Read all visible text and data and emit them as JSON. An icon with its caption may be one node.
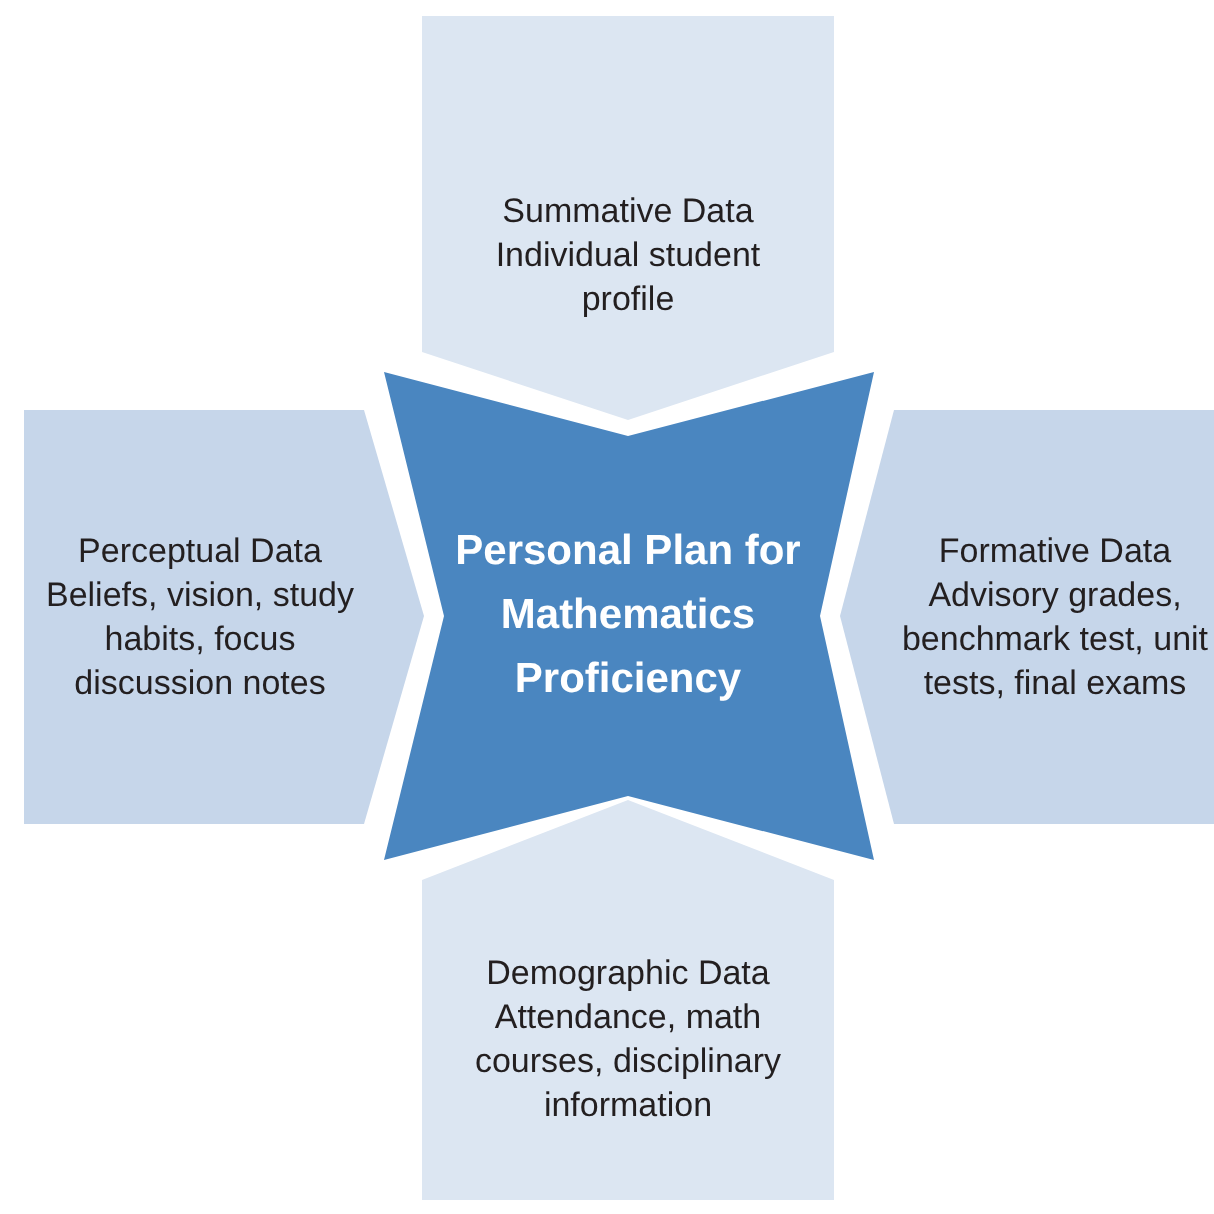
{
  "diagram": {
    "nodes": [
      {
        "text": [
          "Summative Data",
          "Individual student profile"
        ]
      },
      {
        "text": [
          "Perceptual Data",
          "Beliefs, vision, study habits, focus discussion notes"
        ]
      },
      {
        "text": [
          "Personal Plan for Mathematics Proficiency"
        ]
      },
      {
        "text": [
          "Formative Data",
          "Advisory grades, benchmark test, unit tests, final exams"
        ]
      },
      {
        "text": [
          "Demographic Data",
          "Attendance, math courses, disciplinary information"
        ]
      }
    ]
  }
}
